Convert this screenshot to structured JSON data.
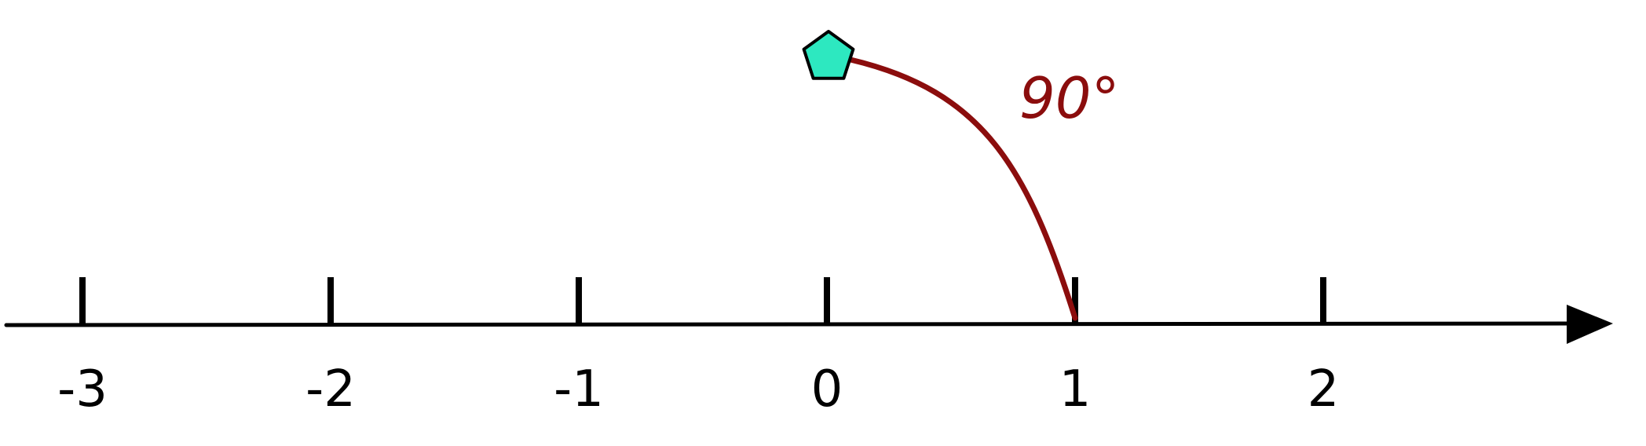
{
  "number_line": {
    "ticks": [
      {
        "value": -3,
        "label": "-3"
      },
      {
        "value": -2,
        "label": "-2"
      },
      {
        "value": -1,
        "label": "-1"
      },
      {
        "value": 0,
        "label": "0"
      },
      {
        "value": 1,
        "label": "1"
      },
      {
        "value": 2,
        "label": "2"
      }
    ],
    "line_color": "#000000",
    "arrow_direction": "right"
  },
  "rotation": {
    "label": "90°",
    "degrees": 90,
    "pivot_value": 0,
    "start_value": 1,
    "arc_color": "#8b0d0d",
    "label_color": "#8b0d0d"
  },
  "marker": {
    "shape": "pentagon",
    "icon": "pentagon-icon",
    "fill": "#2de8c0",
    "stroke": "#000000"
  }
}
